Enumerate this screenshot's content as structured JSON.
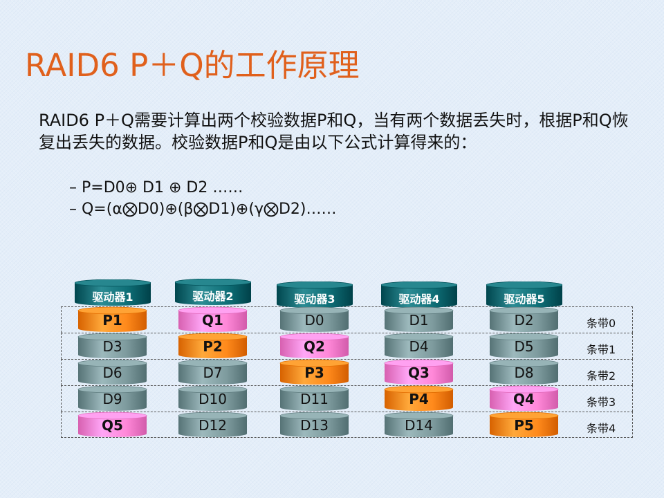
{
  "title": "RAID6 P＋Q的工作原理",
  "description": "RAID6 P＋Q需要计算出两个校验数据P和Q，当有两个数据丢失时，根据P和Q恢复出丢失的数据。校验数据P和Q是由以下公式计算得来的：",
  "formulas": [
    "– P=D0⊕ D1 ⊕ D2 ……",
    "– Q=(α⨂D0)⊕(β⨂D1)⊕(γ⨂D2)……"
  ],
  "drives": [
    "驱动器1",
    "驱动器2",
    "驱动器3",
    "驱动器4",
    "驱动器5"
  ],
  "stripes": [
    "条带0",
    "条带1",
    "条带2",
    "条带3",
    "条带4"
  ],
  "grid": [
    [
      "P1",
      "Q1",
      "D0",
      "D1",
      "D2"
    ],
    [
      "D3",
      "P2",
      "Q2",
      "D4",
      "D5"
    ],
    [
      "D6",
      "D7",
      "P3",
      "Q3",
      "D8"
    ],
    [
      "D9",
      "D10",
      "D11",
      "P4",
      "Q4"
    ],
    [
      "Q5",
      "D12",
      "D13",
      "D14",
      "P5"
    ]
  ],
  "colors": {
    "title": "#e0601c",
    "parity_p": "#ff8a1c",
    "parity_q": "#ff88d8",
    "data": "#7e9b9e",
    "drive_header": "#0e6e76"
  }
}
